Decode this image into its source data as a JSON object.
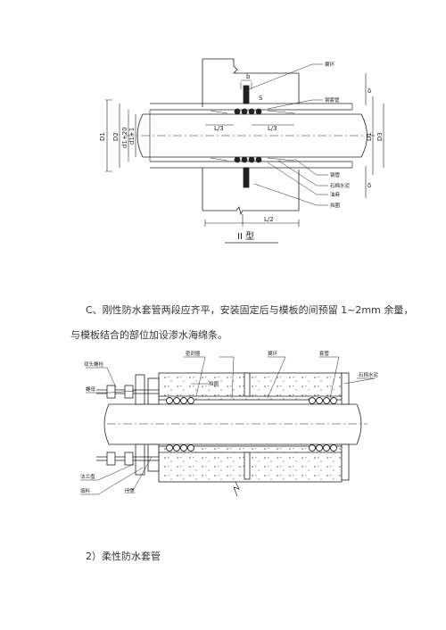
{
  "fig1": {
    "caption": "II 型",
    "labels": {
      "wing_ring": "翼环",
      "outer_sleeve": "钢套管",
      "pipe": "钢管",
      "filler": "石棉水泥",
      "flux": "油麻",
      "rest": "挡圈"
    },
    "dims": {
      "b": "b",
      "delta": "δ",
      "L1": "L/3",
      "L2": "L/3",
      "L_half": "L/2",
      "d1": "D1",
      "d2": "D2",
      "d3": "d1+20",
      "d4": "d1+1",
      "d5": "D1",
      "d6": "D3",
      "s": "S",
      "delta2": "δ"
    }
  },
  "para1_line1": "C、刚性防水套管两段应齐平，安装固定后与模板的间预留 1~2mm 余量，",
  "para1_line2": "与模板结合的部位加设渗水海绵条。",
  "fig2": {
    "labels": {
      "bolt": "双头螺栓",
      "nut": "螺母",
      "seal_ring": "密封圈",
      "rubber": "挡圈",
      "wing": "翼环",
      "sleeve": "套管",
      "sealant": "石棉水泥",
      "flange": "法兰盘",
      "packing": "填料",
      "press_plate": "压盖"
    }
  },
  "para2": "2）柔性防水套管"
}
